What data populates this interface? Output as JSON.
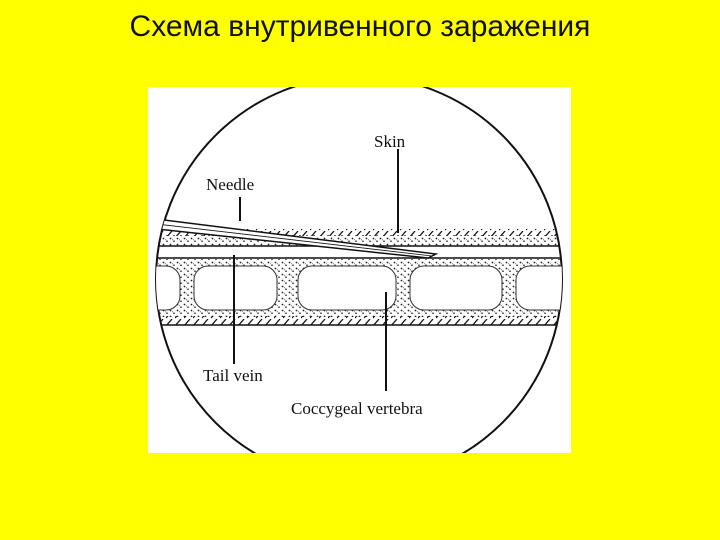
{
  "slide": {
    "title": "Схема внутривенного заражения",
    "background_color": "#FFFF00"
  },
  "diagram": {
    "labels": {
      "skin": "Skin",
      "needle": "Needle",
      "tail_vein": "Tail vein",
      "coccygeal_vertebra": "Coccygeal vertebra"
    },
    "colors": {
      "ink": "#111111",
      "paper": "#ffffff"
    }
  }
}
